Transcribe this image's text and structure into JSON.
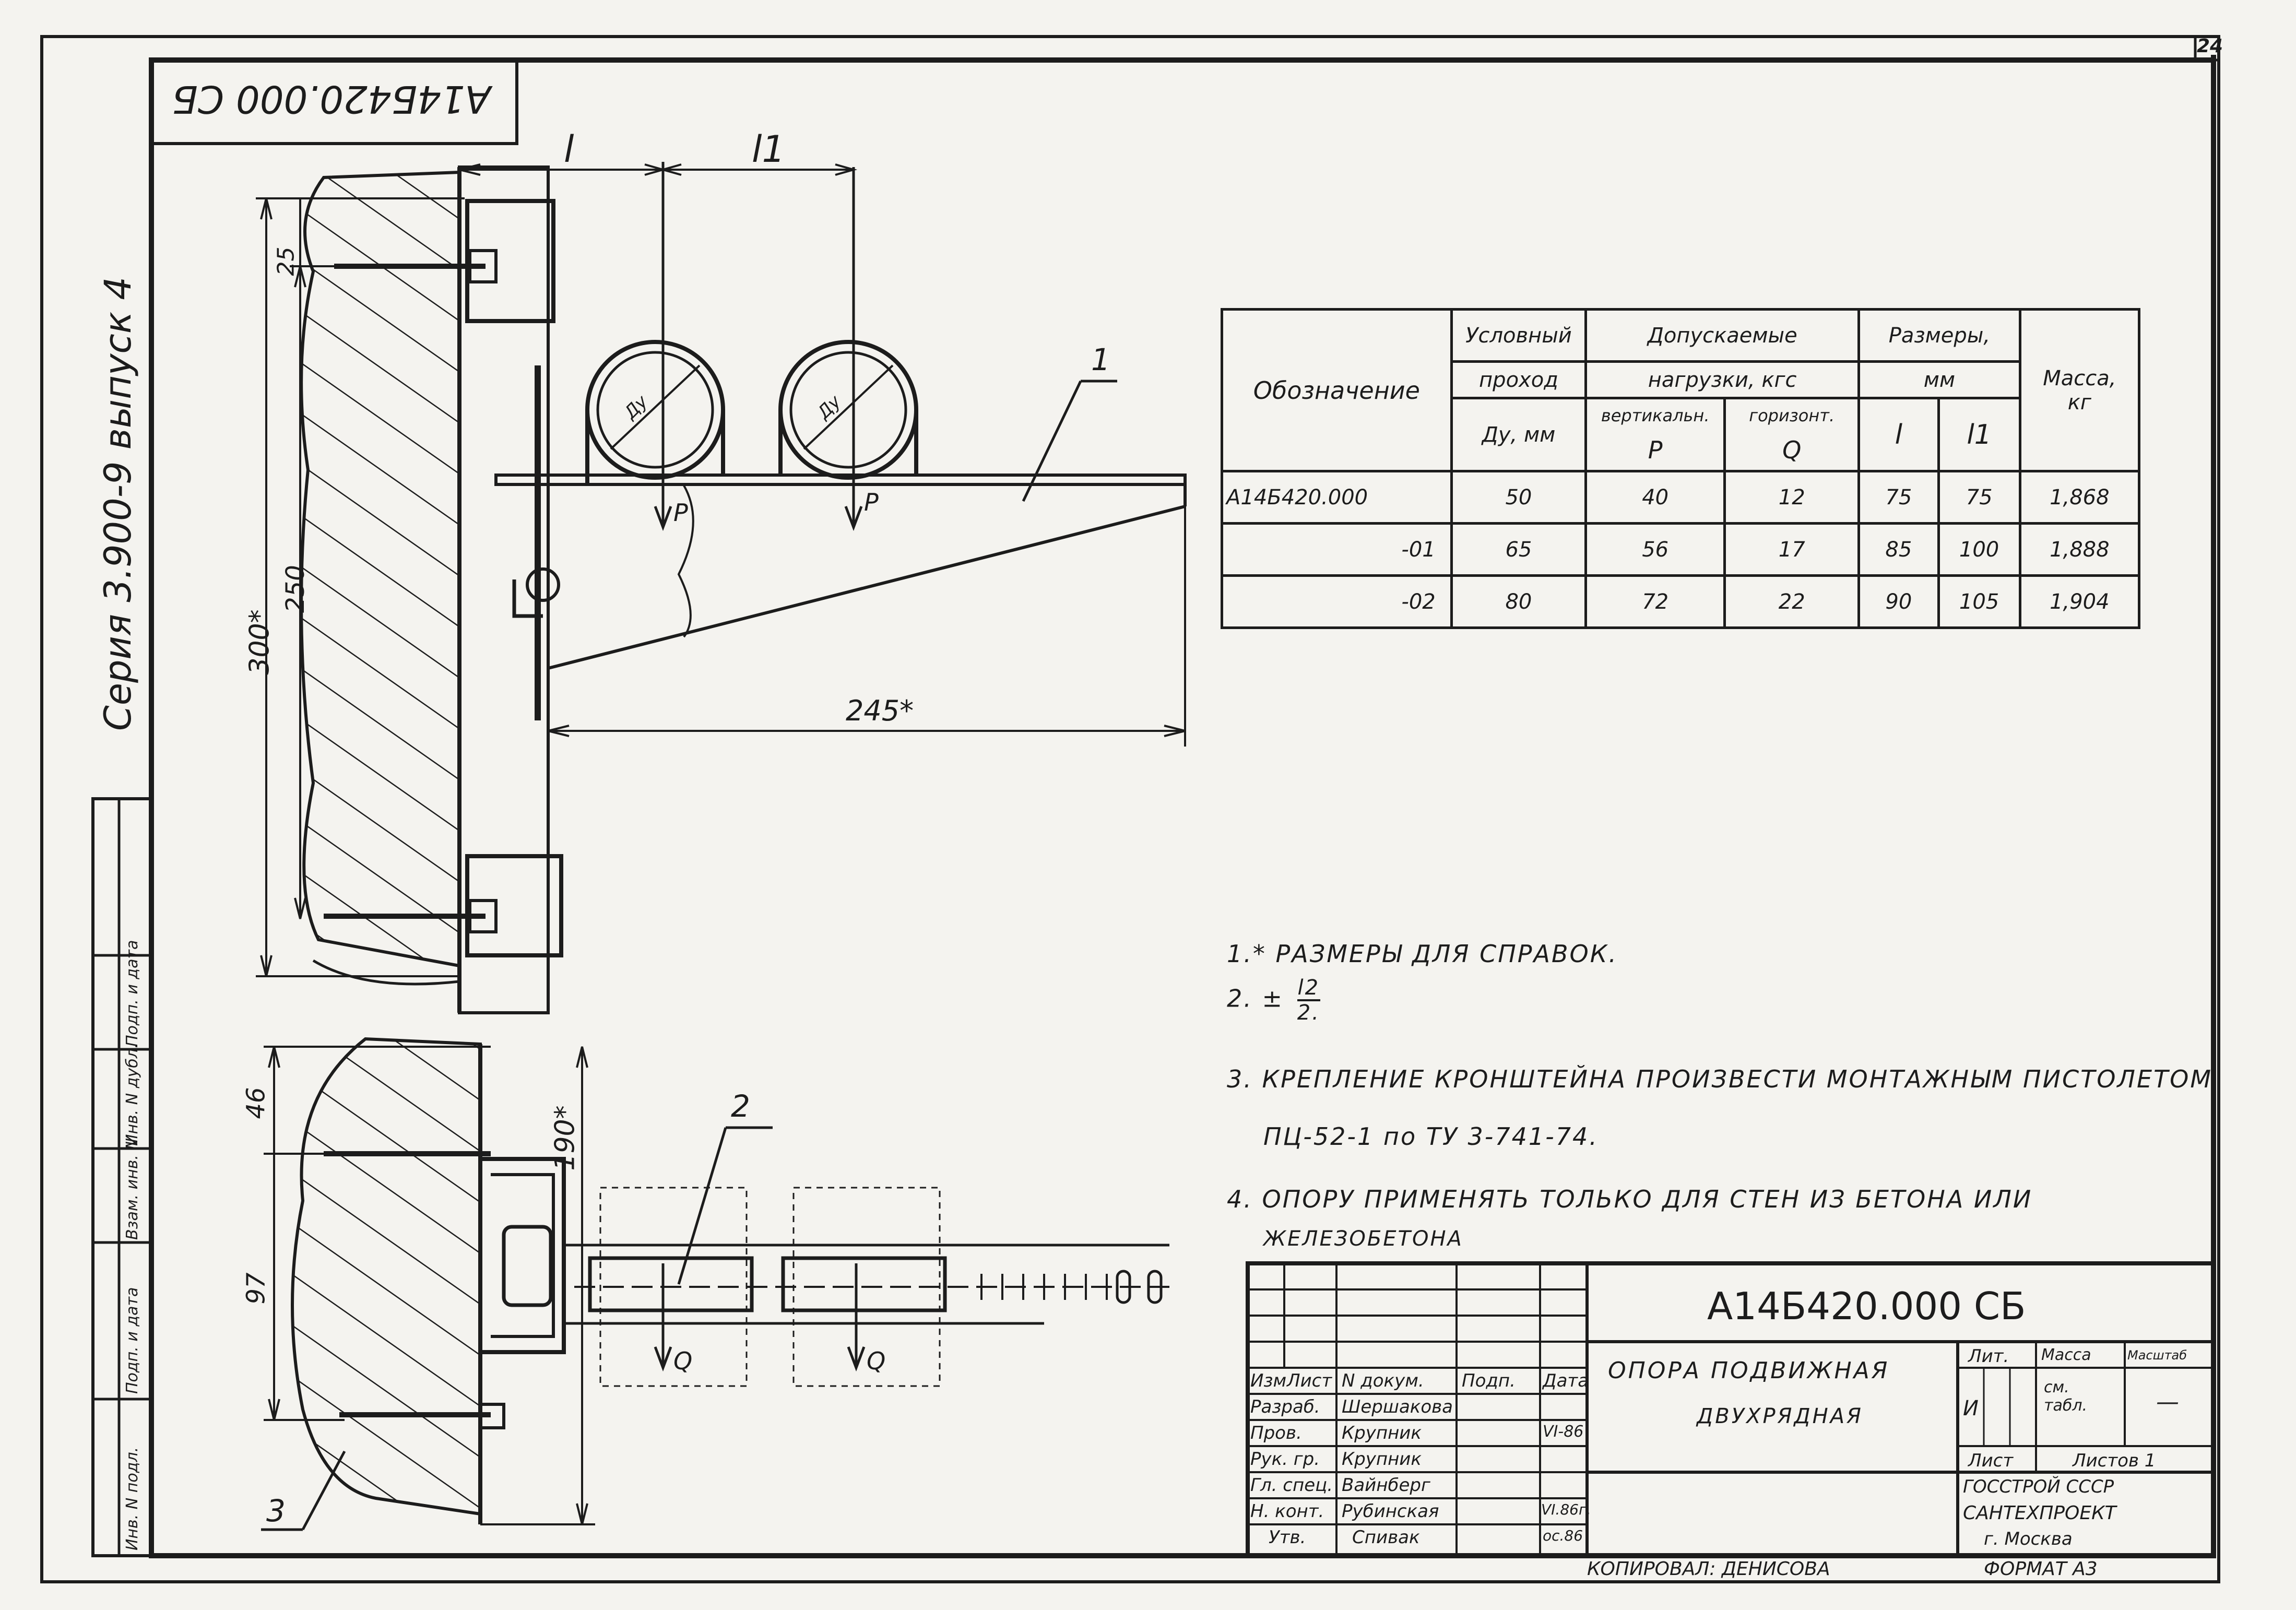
{
  "stamp": {
    "code_mirrored": "А14Б420.000 СБ",
    "sheet_no": "24"
  },
  "side_series": "Серия 3.900-9 выпуск 4",
  "left_strip": [
    "Инв. N подл.",
    "Подп. и дата",
    "Взам. инв. N",
    "Инв. N дубл.",
    "Подп. и дата"
  ],
  "dims": {
    "l": "l",
    "l1": "l1",
    "d25": "25",
    "d250": "250",
    "d300": "300*",
    "d245": "245*",
    "d46": "46",
    "d97": "97",
    "d190": "190*",
    "du": "Ду",
    "P": "P",
    "Q": "Q"
  },
  "callouts": {
    "c1": "1",
    "c2": "2",
    "c3": "3"
  },
  "spec_table": {
    "h_designation": "Обозначение",
    "h_nominal": [
      "Условный",
      "проход",
      "Ду, мм"
    ],
    "h_loads": [
      "Допускаемые",
      "нагрузки, кгс"
    ],
    "h_vertical": "вертикальн.",
    "h_horizontal": "горизонт.",
    "h_P": "P",
    "h_Q": "Q",
    "h_sizes": [
      "Размеры,",
      "мм"
    ],
    "h_l": "l",
    "h_l1": "l1",
    "h_mass": [
      "Масса,",
      "кг"
    ],
    "rows": [
      {
        "designation": "А14Б420.000",
        "du": "50",
        "p": "40",
        "q": "12",
        "l": "75",
        "l1": "75",
        "mass": "1,868"
      },
      {
        "designation": "-01",
        "du": "65",
        "p": "56",
        "q": "17",
        "l": "85",
        "l1": "100",
        "mass": "1,888"
      },
      {
        "designation": "-02",
        "du": "80",
        "p": "72",
        "q": "22",
        "l": "90",
        "l1": "105",
        "mass": "1,904"
      }
    ]
  },
  "notes": {
    "n1": "1.* Размеры для справок.",
    "n2_prefix": "2. ±",
    "n2_num": "l2",
    "n2_den": "2.",
    "n3a": "3. Крепление кронштейна произвести монтажным пистолетом",
    "n3b": "ПЦ-52-1 по ТУ 3-741-74.",
    "n4a": "4. Опору применять только для стен из бетона или",
    "n4b": "железобетона"
  },
  "title_block": {
    "code": "А14Б420.000 СБ",
    "title_line1": "Опора подвижная",
    "title_line2": "двухрядная",
    "col_izm": "Изм",
    "col_list": "Лист",
    "col_doc": "N докум.",
    "col_sign": "Подп.",
    "col_date": "Дата",
    "roles": [
      "Разраб.",
      "Пров.",
      "Рук. гр.",
      "Гл. спец.",
      "Н. конт.",
      "Утв."
    ],
    "names": [
      "Шершакова",
      "Крупник",
      "Крупник",
      "Вайнберг",
      "Рубинская",
      "Спивак"
    ],
    "dates": [
      "",
      "VI-86",
      "",
      "",
      "VI.86г.",
      "ос.86"
    ],
    "lit_label": "Лит.",
    "mass_label": "Масса",
    "scale_label": "Масштаб",
    "lit_value": "И",
    "mass_value": "см. табл.",
    "scale_value": "—",
    "sheet_label": "Лист",
    "sheets_label": "Листов 1",
    "org1": "Госстрой СССР",
    "org2": "САНТЕХПРОЕКТ",
    "org3": "г. Москва",
    "copied": "Копировал: Денисова",
    "format": "Формат А3"
  }
}
